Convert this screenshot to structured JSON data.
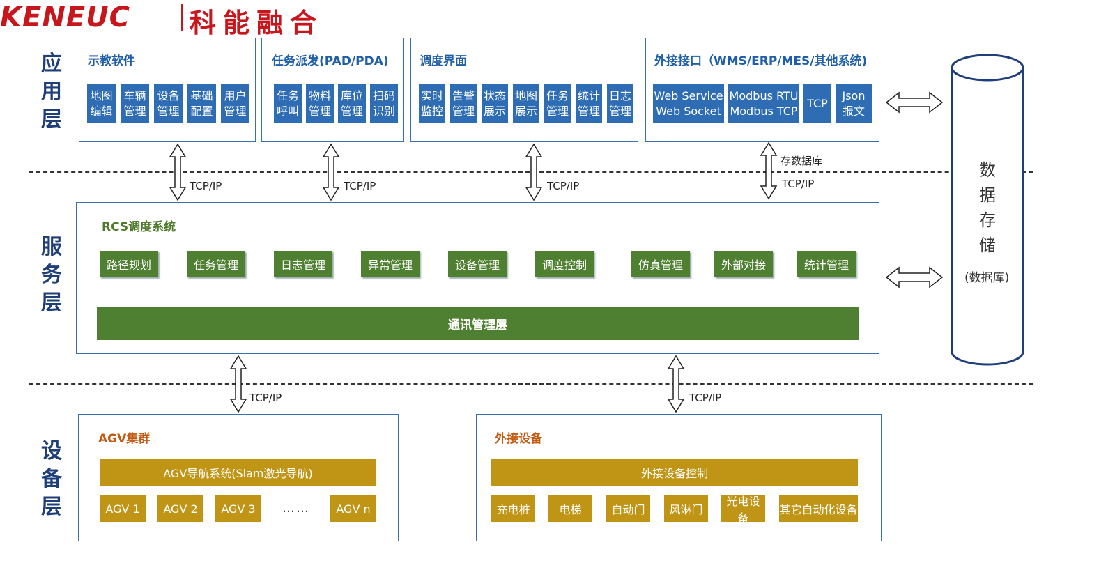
{
  "logo": {
    "latin": "KENEUC",
    "chinese": "科能融合"
  },
  "layers": {
    "application": "应用层",
    "service": "服务层",
    "device": "设备层"
  },
  "app": {
    "teaching": {
      "title": "示教软件",
      "items": [
        "地图\n编辑",
        "车辆\n管理",
        "设备\n管理",
        "基础\n配置",
        "用户\n管理"
      ]
    },
    "dispatch": {
      "title": "任务派发(PAD/PDA)",
      "items": [
        "任务\n呼叫",
        "物料\n管理",
        "库位\n管理",
        "扫码\n识别"
      ]
    },
    "scheduling": {
      "title": "调度界面",
      "items": [
        "实时\n监控",
        "告警\n管理",
        "状态\n展示",
        "地图\n展示",
        "任务\n管理",
        "统计\n管理",
        "日志\n管理"
      ]
    },
    "external": {
      "title": "外接接口（WMS/ERP/MES/其他系统)",
      "items": [
        "Web Service\nWeb Socket",
        "Modbus RTU\nModbus TCP",
        "TCP",
        "Json\n报文"
      ]
    }
  },
  "connections": {
    "tcpip": "TCP/IP",
    "store_db": "存数据库"
  },
  "rcs": {
    "title": "RCS调度系统",
    "modules": [
      "路径规划",
      "任务管理",
      "日志管理",
      "异常管理",
      "设备管理",
      "调度控制",
      "仿真管理",
      "外部对接",
      "统计管理"
    ],
    "comm_layer": "通讯管理层"
  },
  "agv": {
    "title": "AGV集群",
    "nav": "AGV导航系统(Slam激光导航)",
    "units": [
      "AGV 1",
      "AGV 2",
      "AGV 3",
      "AGV n"
    ],
    "ellipsis": "……"
  },
  "ext_devices": {
    "title": "外接设备",
    "control": "外接设备控制",
    "items": [
      "充电桩",
      "电梯",
      "自动门",
      "风淋门",
      "光电设备",
      "其它自动化设备"
    ]
  },
  "database": {
    "title": "数据存储",
    "subtitle": "(数据库)"
  },
  "colors": {
    "brand_red": "#c8161d",
    "app_blue": "#2e6db4",
    "service_green": "#4f7f30",
    "device_gold": "#c09414",
    "layer_navy": "#1f3f7a"
  }
}
